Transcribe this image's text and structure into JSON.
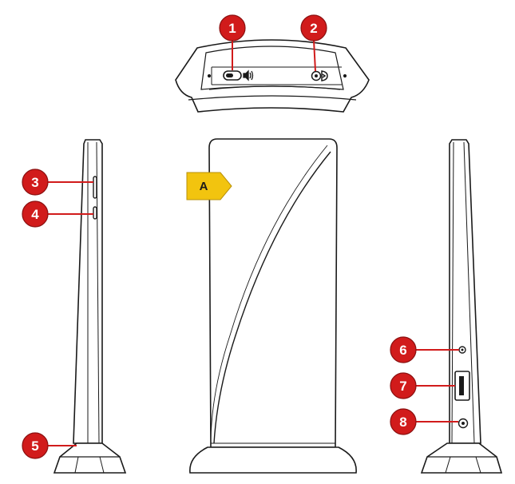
{
  "callouts": [
    {
      "id": "1",
      "label": "1",
      "target": "top-toggle-switch"
    },
    {
      "id": "2",
      "label": "2",
      "target": "top-wps-button"
    },
    {
      "id": "3",
      "label": "3",
      "target": "left-led-long"
    },
    {
      "id": "4",
      "label": "4",
      "target": "left-led-short"
    },
    {
      "id": "5",
      "label": "5",
      "target": "left-base"
    },
    {
      "id": "6",
      "label": "6",
      "target": "reset-port"
    },
    {
      "id": "7",
      "label": "7",
      "target": "usb-port"
    },
    {
      "id": "8",
      "label": "8",
      "target": "dc-in-jack"
    }
  ],
  "front_tag": {
    "label": "A"
  },
  "colors": {
    "callout_red": "#d11b1b",
    "tag_yellow": "#f2c40f",
    "outline": "#1a1a1a"
  },
  "icons": {
    "toggle": "toggle-switch-icon",
    "speaker": "speaker-sound-icon",
    "wps": "wps-icon"
  }
}
